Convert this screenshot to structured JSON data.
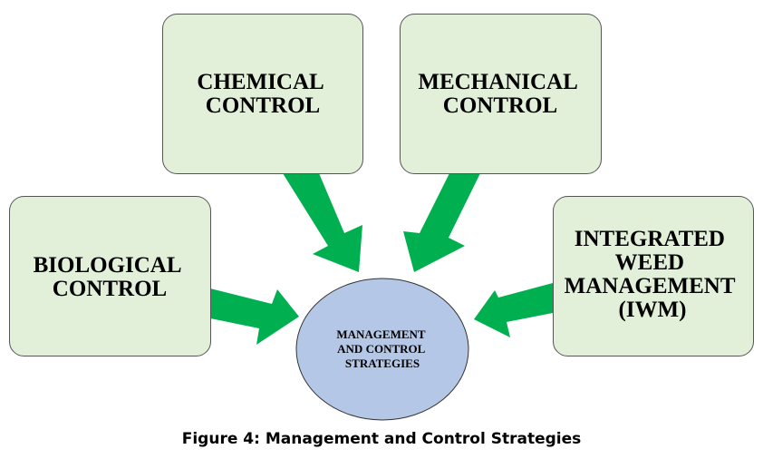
{
  "diagram": {
    "type": "hub-and-spoke",
    "colors": {
      "box_fill": "#e2efd9",
      "box_stroke": "#555555",
      "arrow_fill": "#00b050",
      "center_fill": "#b4c7e7",
      "center_stroke": "#333333"
    },
    "center": {
      "lines": [
        "MANAGEMENT",
        "AND CONTROL",
        "STRATEGIES"
      ]
    },
    "nodes": [
      {
        "id": "chemical",
        "lines": [
          "CHEMICAL",
          "CONTROL"
        ]
      },
      {
        "id": "mechanical",
        "lines": [
          "MECHANICAL",
          "CONTROL"
        ]
      },
      {
        "id": "biological",
        "lines": [
          "BIOLOGICAL",
          "CONTROL"
        ]
      },
      {
        "id": "iwm",
        "lines": [
          "INTEGRATED",
          "WEED",
          "MANAGEMENT",
          "(IWM)"
        ]
      }
    ],
    "edges": [
      {
        "from": "chemical",
        "to": "center"
      },
      {
        "from": "mechanical",
        "to": "center"
      },
      {
        "from": "biological",
        "to": "center"
      },
      {
        "from": "iwm",
        "to": "center"
      }
    ]
  },
  "caption": "Figure 4: Management and Control Strategies"
}
